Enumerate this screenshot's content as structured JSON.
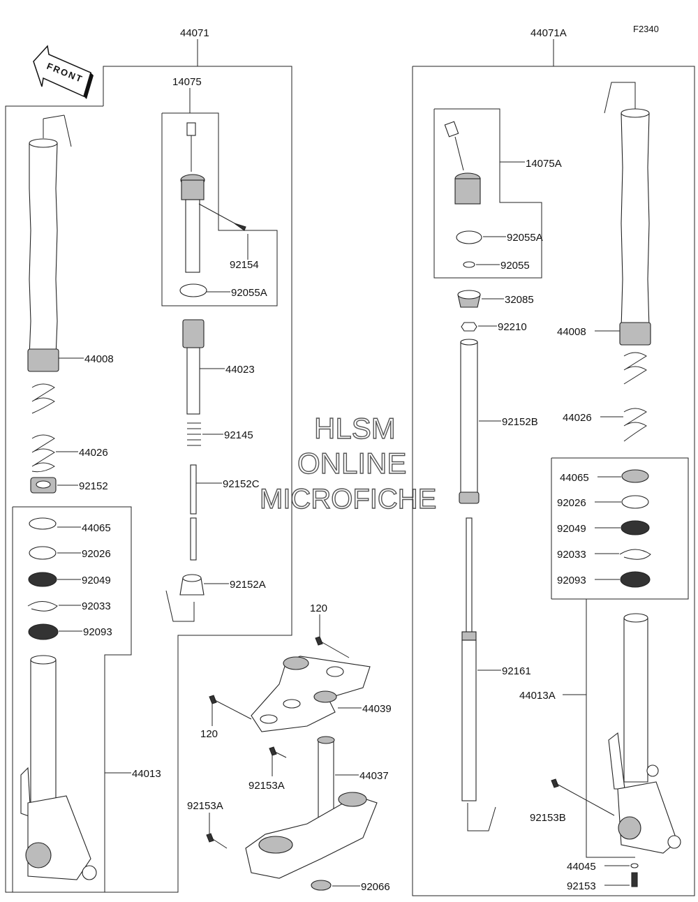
{
  "diagram_code": "F2340",
  "front_arrow": "FRONT",
  "watermark": [
    "HLSM",
    "ONLINE",
    "MICROFICHE"
  ],
  "left_assembly": {
    "assembly_label": "44071",
    "sub_label": "14075",
    "parts": {
      "p44008": "44008",
      "p44026": "44026",
      "p92152": "92152",
      "p44065": "44065",
      "p92026": "92026",
      "p92049": "92049",
      "p92033": "92033",
      "p92093": "92093",
      "p44013": "44013",
      "p92154": "92154",
      "p92055A": "92055A",
      "p44023": "44023",
      "p92145": "92145",
      "p92152C": "92152C",
      "p92152A": "92152A"
    }
  },
  "center_parts": {
    "p120a": "120",
    "p120b": "120",
    "p44039": "44039",
    "p92153A_a": "92153A",
    "p44037": "44037",
    "p92153A_b": "92153A",
    "p92066": "92066"
  },
  "right_assembly": {
    "assembly_label": "44071A",
    "parts": {
      "p14075A": "14075A",
      "p92055A": "92055A",
      "p92055": "92055",
      "p32085": "32085",
      "p92210": "92210",
      "p92152B": "92152B",
      "p92161": "92161",
      "p44008": "44008",
      "p44026": "44026",
      "p44065": "44065",
      "p92026": "92026",
      "p92049": "92049",
      "p92033": "92033",
      "p92093": "92093",
      "p44013A": "44013A",
      "p92153B": "92153B",
      "p44045": "44045",
      "p92153": "92153"
    }
  }
}
